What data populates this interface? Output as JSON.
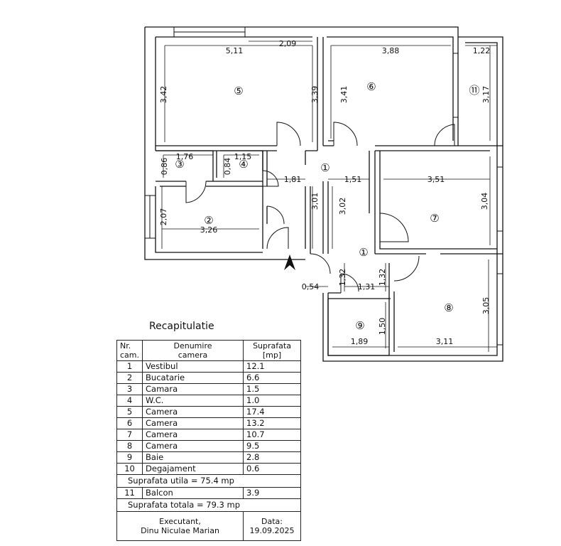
{
  "plan": {
    "dimensions": {
      "r5_w": "5,11",
      "r5_win": "2,09",
      "r5_h_left": "3,42",
      "r5_h_right": "3,39",
      "r6_w": "3,88",
      "r6_h": "3,41",
      "r11_w": "1,22",
      "r11_h": "3,17",
      "r3_w": "1,76",
      "r3_h": "0,86",
      "r4_w": "1,15",
      "r4_h": "0,84",
      "hall_w1": "1,81",
      "hall_w2": "1,51",
      "hall_h1": "3,01",
      "hall_h2": "3,02",
      "r7_w": "3,51",
      "r7_h": "3,04",
      "r2_h": "2,07",
      "r2_w": "3,26",
      "r10_w": "0,54",
      "r10_h": "1,32",
      "r9_top": "1,31",
      "r9_side": "1,32",
      "r9_h": "1,50",
      "r9_w": "1,89",
      "r8_w": "3,11",
      "r8_h": "3,05"
    },
    "room_labels": {
      "r5": "⑤",
      "r6": "⑥",
      "r11": "⑪",
      "r3": "③",
      "r4": "④",
      "r1a": "①",
      "r1b": "①",
      "r2": "②",
      "r7": "⑦",
      "r8": "⑧",
      "r9": "⑨"
    }
  },
  "recap": {
    "title": "Recapitulatie",
    "header": {
      "nr": "Nr.\ncam.",
      "name": "Denumire\ncamera",
      "area": "Suprafata\n[mp]"
    },
    "rows": [
      {
        "nr": "1",
        "name": "Vestibul",
        "area": "12.1"
      },
      {
        "nr": "2",
        "name": "Bucatarie",
        "area": "6.6"
      },
      {
        "nr": "3",
        "name": "Camara",
        "area": "1.5"
      },
      {
        "nr": "4",
        "name": "W.C.",
        "area": "1.0"
      },
      {
        "nr": "5",
        "name": "Camera",
        "area": "17.4"
      },
      {
        "nr": "6",
        "name": "Camera",
        "area": "13.2"
      },
      {
        "nr": "7",
        "name": "Camera",
        "area": "10.7"
      },
      {
        "nr": "8",
        "name": "Camera",
        "area": "9.5"
      },
      {
        "nr": "9",
        "name": "Baie",
        "area": "2.8"
      },
      {
        "nr": "10",
        "name": "Degajament",
        "area": "0.6"
      }
    ],
    "useful_total": "Suprafata utila = 75.4 mp",
    "balcony": {
      "nr": "11",
      "name": "Balcon",
      "area": "3.9"
    },
    "grand_total": "Suprafata totala = 79.3 mp",
    "executant_line1": "Executant,",
    "executant_line2": "Dinu Niculae Marian",
    "date_label": "Data:",
    "date_value": "19.09.2025"
  }
}
